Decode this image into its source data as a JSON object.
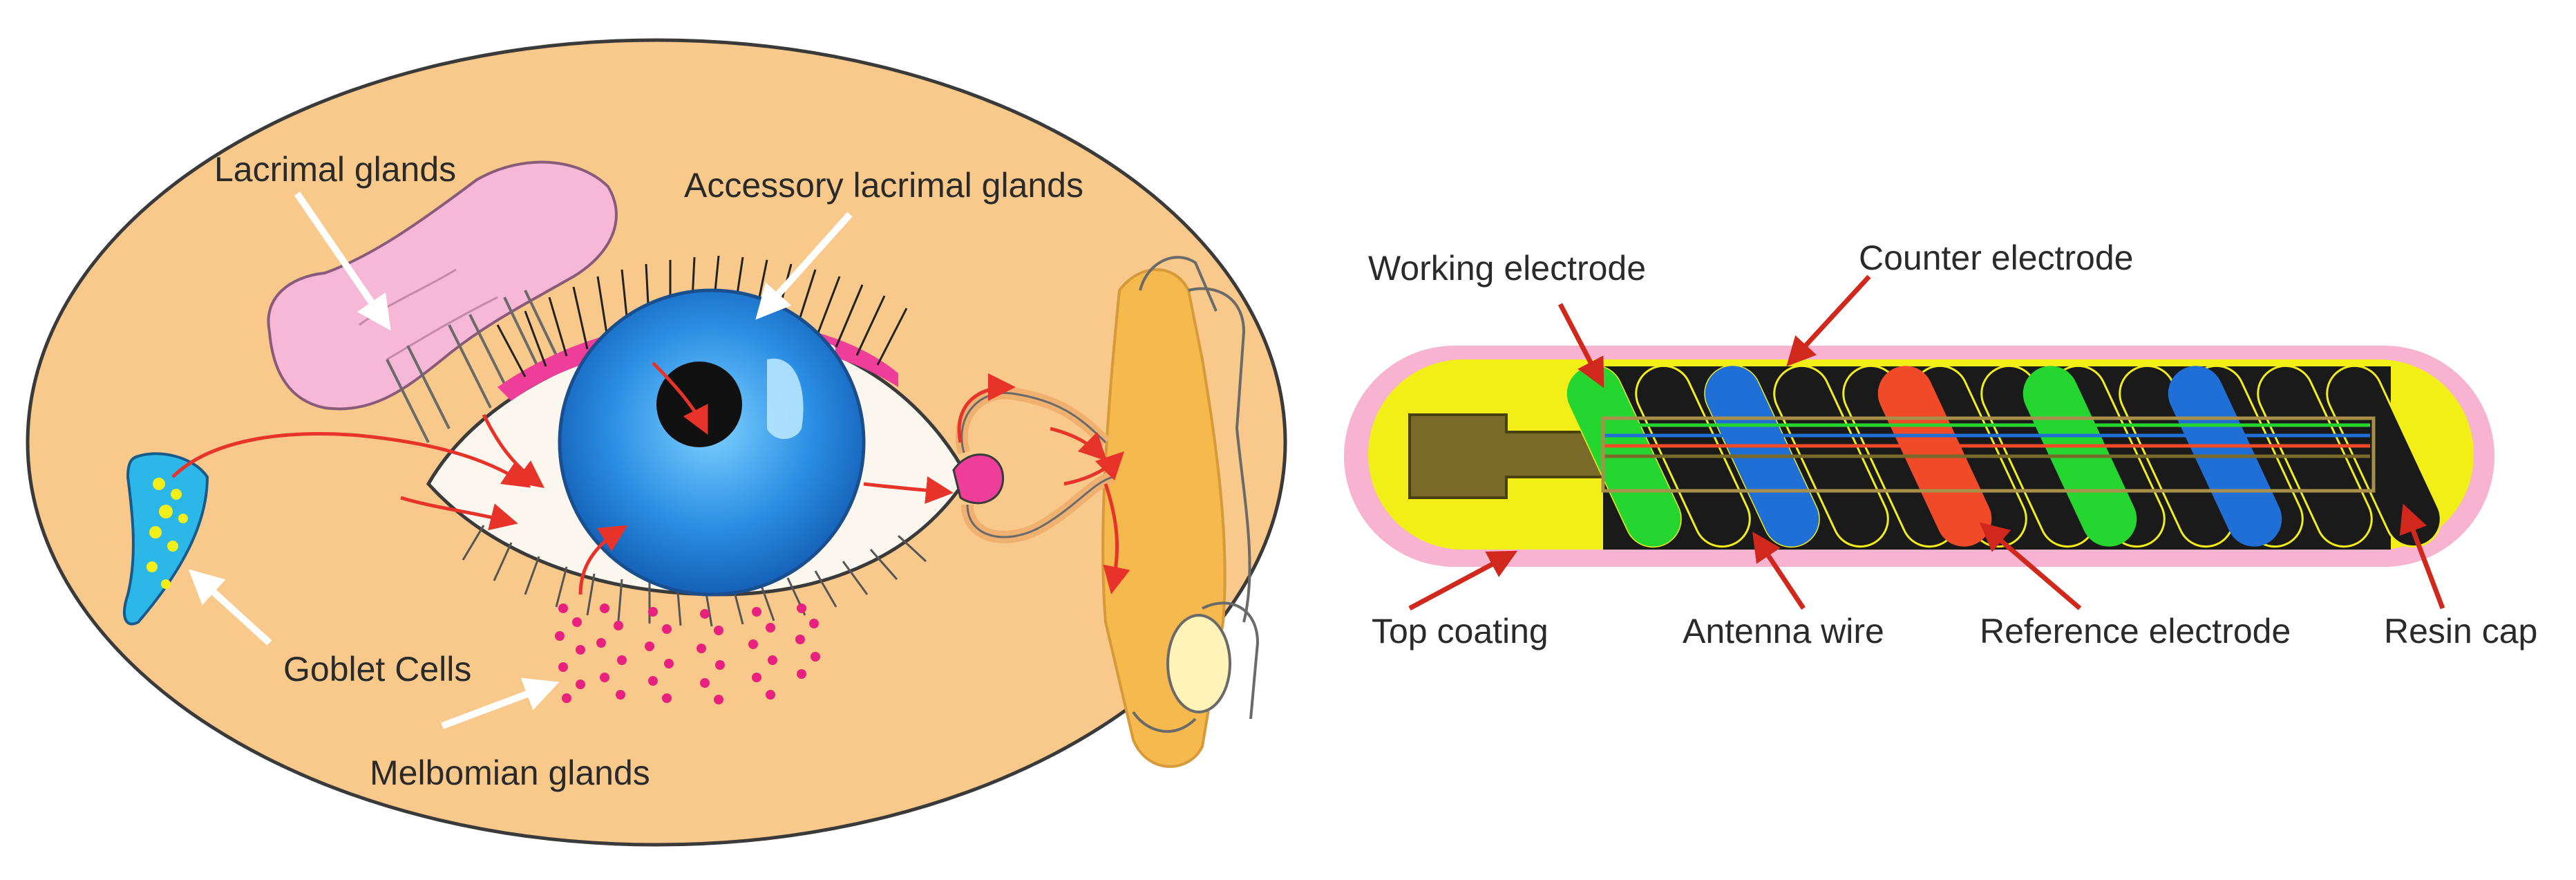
{
  "eye_diagram": {
    "labels": {
      "lacrimal_glands": "Lacrimal glands",
      "accessory_lacrimal_glands": "Accessory lacrimal glands",
      "goblet_cells": "Goblet Cells",
      "meibomian_glands": "Melbomian glands"
    }
  },
  "lens_diagram": {
    "labels": {
      "working_electrode": "Working electrode",
      "counter_electrode": "Counter electrode",
      "top_coating": "Top coating",
      "antenna_wire": "Antenna wire",
      "reference_electrode": "Reference electrode",
      "resin_cap": "Resin cap"
    }
  },
  "colors": {
    "face": "#f8c98a",
    "lacrimal_gland": "#f6b8d6",
    "iris": "#1f7ed9",
    "tear_arrow": "#e8332a",
    "label_arrow": "#ffffff",
    "coating": "#f7b3d0",
    "yellow_core": "#f2ee18",
    "coil_black": "#1a1a1a",
    "electrode_green": "#26d630",
    "electrode_blue": "#1f6fd6",
    "electrode_red": "#f04a28",
    "pointer_red": "#d0281c"
  }
}
